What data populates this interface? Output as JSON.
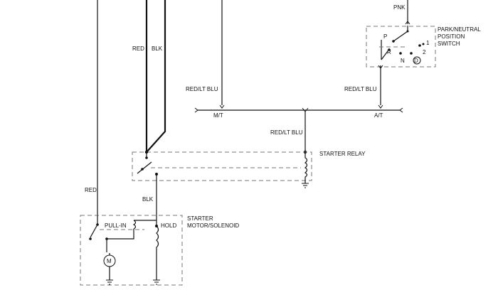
{
  "wires": {
    "red_top": "RED",
    "blk_top": "BLK",
    "red_left": "RED",
    "blk_relay": "BLK",
    "pnk": "PNK",
    "red_lt_blu_mt": "RED/LT BLU",
    "red_lt_blu_at": "RED/LT BLU",
    "red_lt_blu_relay": "RED/LT BLU"
  },
  "branches": {
    "mt": "M/T",
    "at": "A/T"
  },
  "components": {
    "park_switch": {
      "label_lines": [
        "PARK/NEUTRAL",
        "POSITION",
        "SWITCH"
      ],
      "positions": {
        "p": "P",
        "r": "R",
        "n": "N",
        "d": "D",
        "one": "1",
        "two": "2"
      }
    },
    "starter_relay": {
      "label": "STARTER RELAY"
    },
    "starter_motor": {
      "label_lines": [
        "STARTER",
        "MOTOR/SOLENOID"
      ],
      "pull_in": "PULL-IN",
      "hold": "HOLD",
      "motor_symbol": "M"
    }
  }
}
